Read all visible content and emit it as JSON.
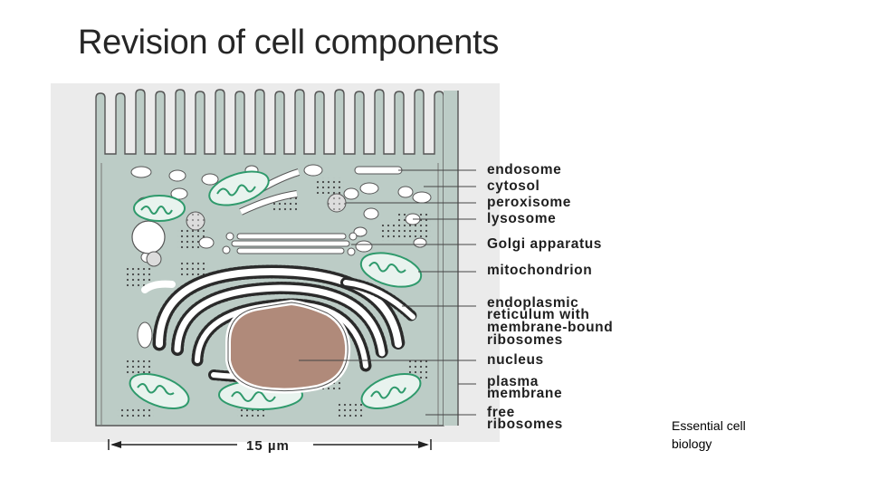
{
  "slide": {
    "title": "Revision of cell components",
    "caption_line1": "Essential cell",
    "caption_line2": "biology"
  },
  "diagram": {
    "labels": {
      "endosome": "endosome",
      "cytosol": "cytosol",
      "peroxisome": "peroxisome",
      "lysosome": "lysosome",
      "golgi": "Golgi apparatus",
      "mitochondrion": "mitochondrion",
      "er_line1": "endoplasmic",
      "er_line2": "reticulum with",
      "er_line3": "membrane-bound",
      "er_line4": "ribosomes",
      "nucleus": "nucleus",
      "plasma_line1": "plasma",
      "plasma_line2": "membrane",
      "free_line1": "free",
      "free_line2": "ribosomes"
    },
    "scale_bar": "15 µm",
    "colors": {
      "cytoplasm": "#bcccc6",
      "mitochondrion_fill": "#e8f3ee",
      "mitochondrion_outline": "#2f9a6c",
      "nucleus": "#b08a7a",
      "background_strip": "#e9e9e9",
      "ink": "#1f1f1f"
    }
  }
}
